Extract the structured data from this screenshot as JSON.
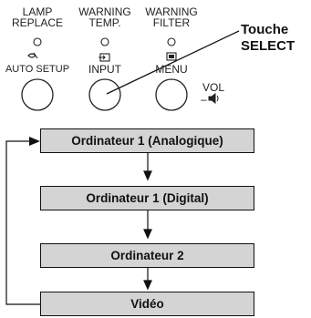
{
  "panel": {
    "lamp_replace": [
      "LAMP",
      "REPLACE"
    ],
    "warning_temp": [
      "WARNING",
      "TEMP."
    ],
    "warning_filter": [
      "WARNING",
      "FILTER"
    ],
    "auto_setup": "AUTO SETUP",
    "input": "INPUT",
    "menu": "MENU",
    "vol": "VOL",
    "vol_minus": "–"
  },
  "callout": [
    "Touche",
    "SELECT"
  ],
  "sequence": [
    "Ordinateur 1 (Analogique)",
    "Ordinateur 1 (Digital)",
    "Ordinateur 2",
    "Vidéo"
  ],
  "colors": {
    "box_fill": "#d4d4d4",
    "line": "#111111"
  },
  "icons": [
    "auto-setup-icon",
    "input-icon",
    "menu-icon",
    "speaker-icon"
  ]
}
